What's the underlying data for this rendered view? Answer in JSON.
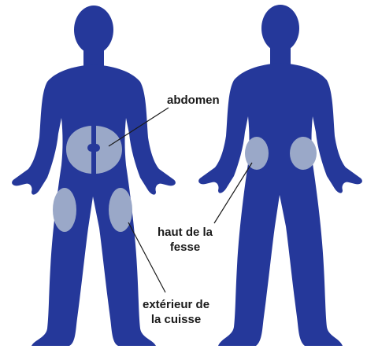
{
  "colors": {
    "body": "#25389a",
    "site": "#9aa8c8",
    "leader": "#1a1a1a",
    "text": "#1a1a1a",
    "background": "#ffffff"
  },
  "figures": [
    {
      "name": "front-view",
      "facing": "front"
    },
    {
      "name": "back-view",
      "facing": "back"
    }
  ],
  "labels": {
    "abdomen": {
      "lines": [
        "abdomen"
      ]
    },
    "upper_buttock": {
      "lines": [
        "haut de la",
        "fesse"
      ]
    },
    "outer_thigh": {
      "lines": [
        "extérieur de",
        "la cuisse"
      ]
    }
  }
}
